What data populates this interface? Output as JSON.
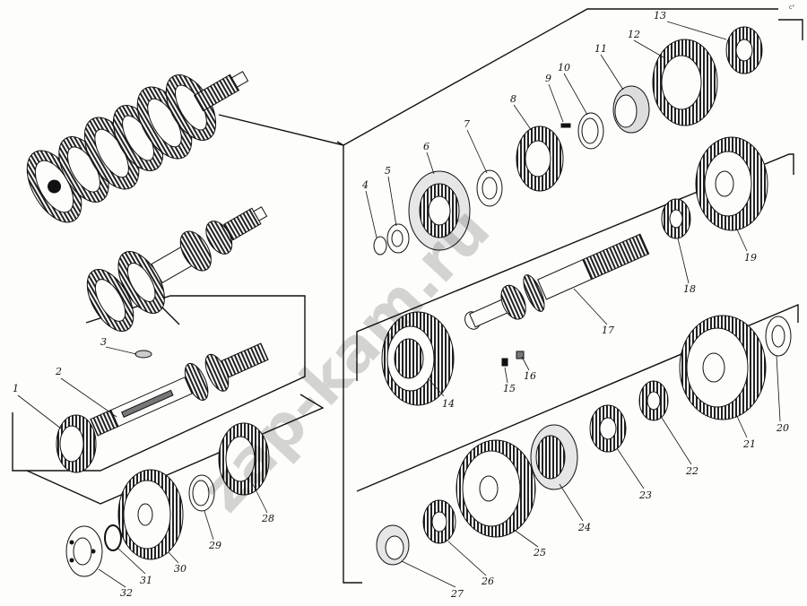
{
  "diagram": {
    "labels": [
      "1",
      "2",
      "3",
      "4",
      "5",
      "6",
      "7",
      "8",
      "9",
      "10",
      "11",
      "12",
      "13",
      "14",
      "15",
      "16",
      "17",
      "18",
      "19",
      "20",
      "21",
      "22",
      "23",
      "24",
      "25",
      "26",
      "27",
      "28",
      "29",
      "30",
      "31",
      "32"
    ],
    "watermark": "zap-kam.ru",
    "corner_mark": "c°"
  },
  "colors": {
    "ink": "#111111",
    "paper": "#fdfdfb",
    "shade": "#bdbdbd"
  }
}
